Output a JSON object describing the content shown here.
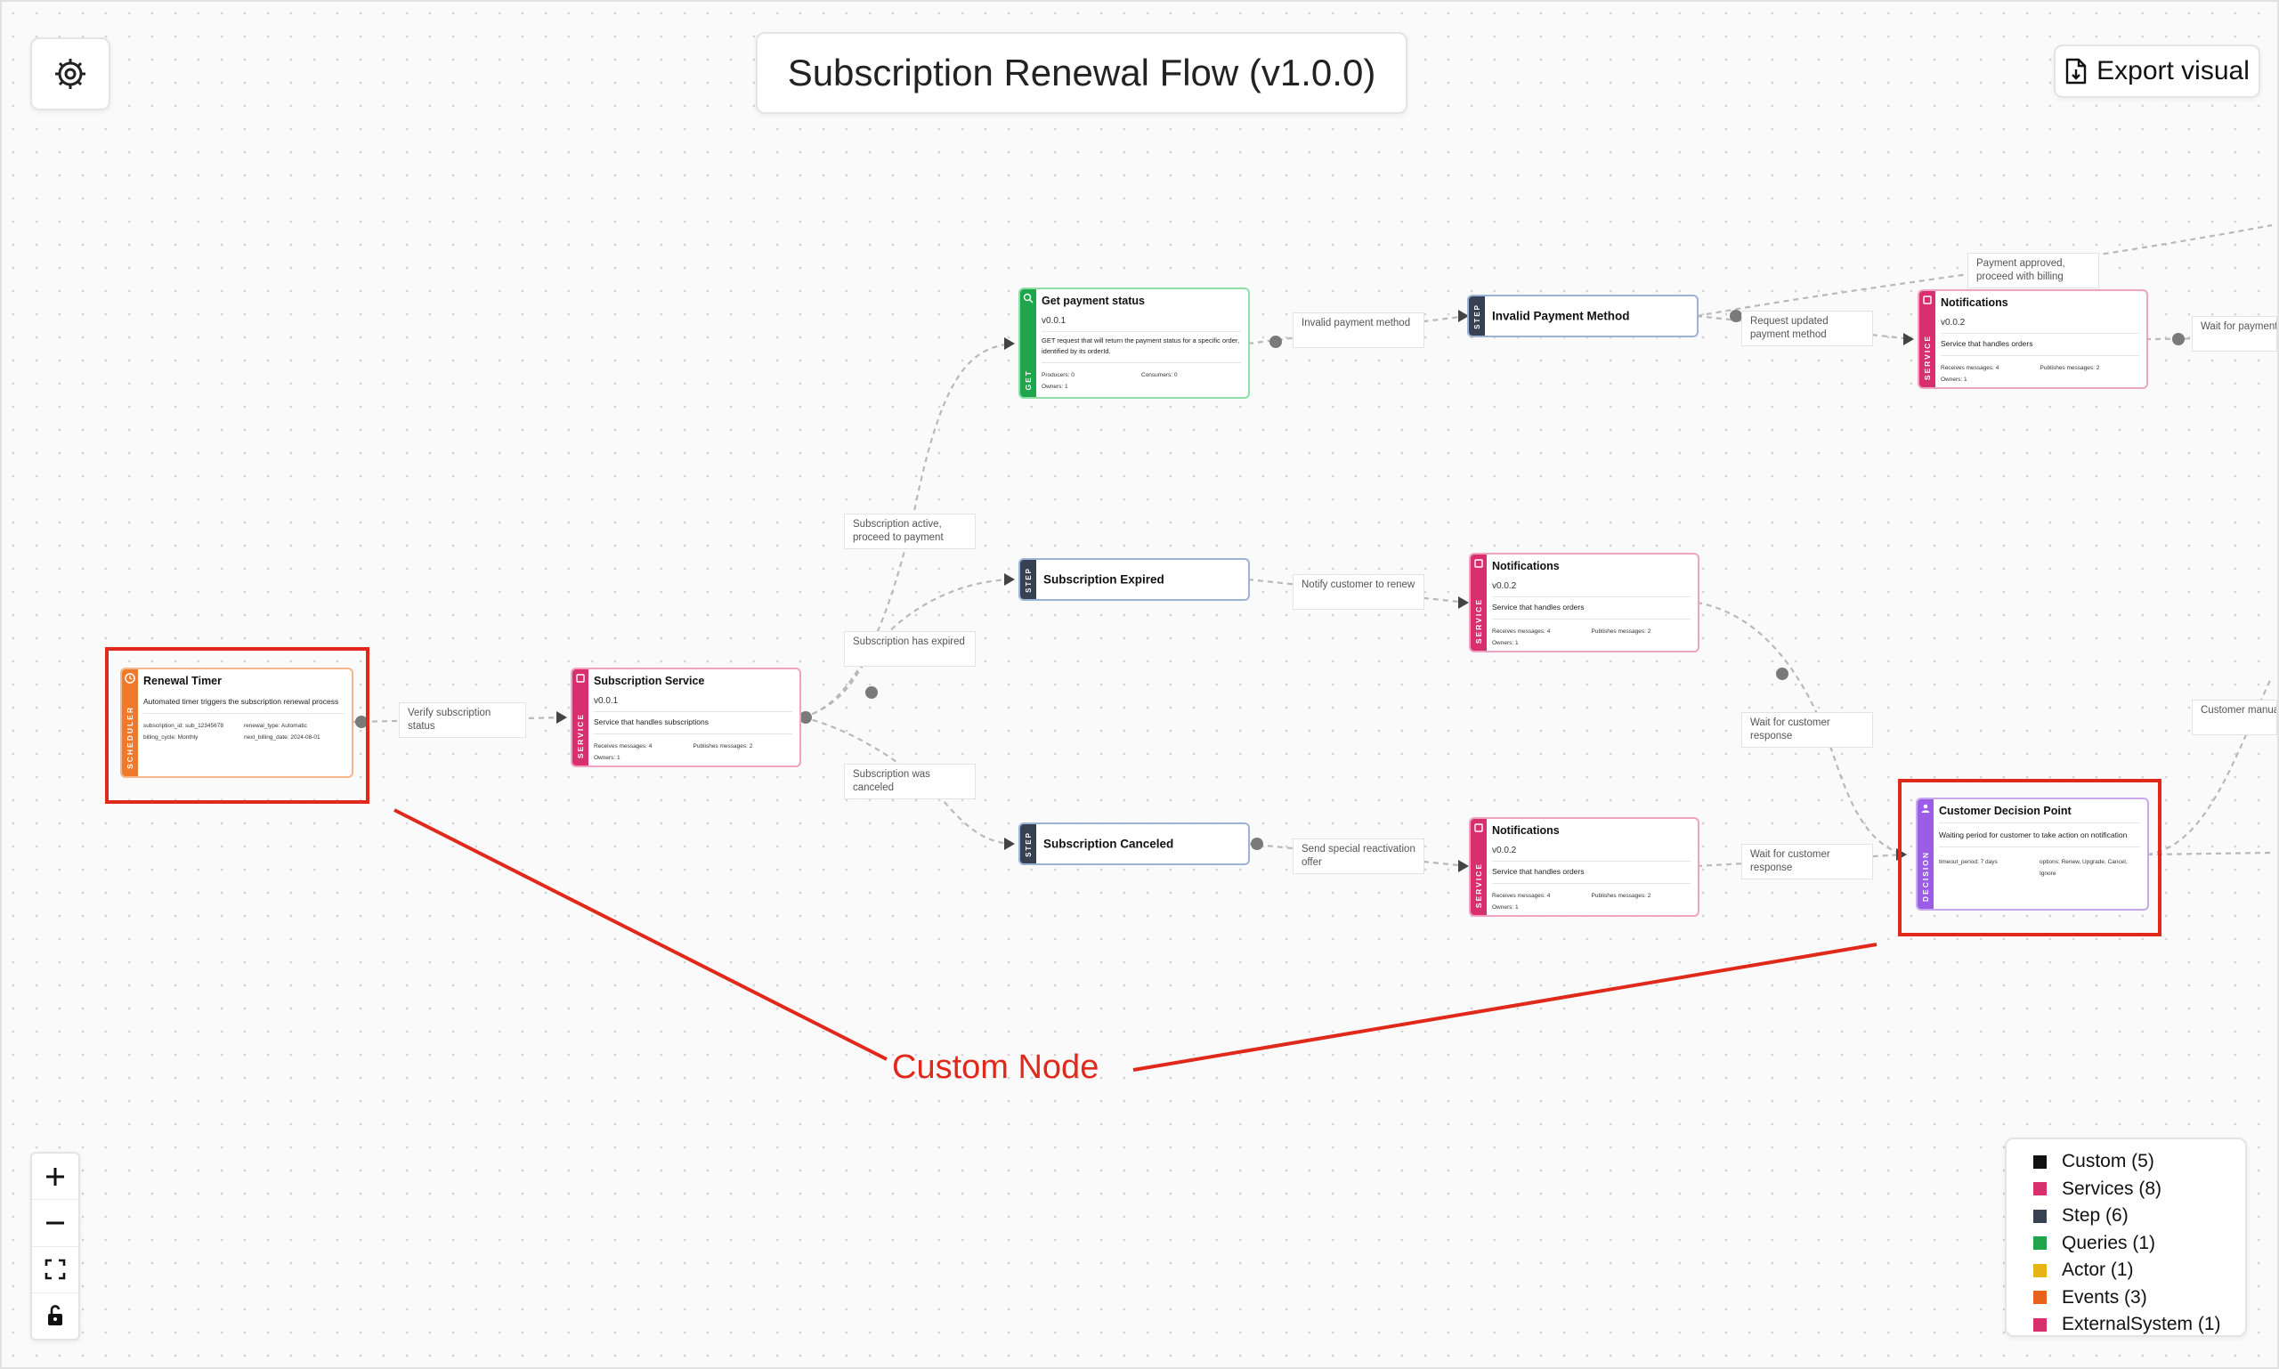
{
  "title": "Subscription Renewal Flow (v1.0.0)",
  "export_label": "Export visual",
  "annotation": "Custom Node",
  "colors": {
    "scheduler": "#f07a2c",
    "service": "#d8306f",
    "step": "#384152",
    "get": "#1fa64c",
    "decision": "#9b5de5",
    "annotation": "#e0291a"
  },
  "nodes": {
    "renewal_timer": {
      "badge": "SCHEDULER",
      "title": "Renewal Timer",
      "desc": "Automated timer triggers the subscription renewal process",
      "props": [
        "subscription_id: sub_12345678",
        "renewal_type: Automatic",
        "billing_cycle: Monthly",
        "next_billing_date: 2024-08-01"
      ]
    },
    "subscription_service": {
      "badge": "SERVICE",
      "title": "Subscription Service",
      "version": "v0.0.1",
      "desc": "Service that handles subscriptions",
      "props": [
        "Receives messages: 4",
        "Publishes messages: 2",
        "Owners: 1"
      ]
    },
    "get_payment_status": {
      "badge": "GET",
      "title": "Get payment status",
      "version": "v0.0.1",
      "desc": "GET request that will return the payment status for a specific order, identified by its orderId.",
      "props": [
        "Producers: 0",
        "Consumers: 0",
        "Owners: 1"
      ]
    },
    "invalid_payment_method": {
      "badge": "STEP",
      "title": "Invalid Payment Method"
    },
    "notifications_top": {
      "badge": "SERVICE",
      "title": "Notifications",
      "version": "v0.0.2",
      "desc": "Service that handles orders",
      "props": [
        "Receives messages: 4",
        "Publishes messages: 2",
        "Owners: 1"
      ]
    },
    "subscription_expired": {
      "badge": "STEP",
      "title": "Subscription Expired"
    },
    "notifications_mid": {
      "badge": "SERVICE",
      "title": "Notifications",
      "version": "v0.0.2",
      "desc": "Service that handles orders",
      "props": [
        "Receives messages: 4",
        "Publishes messages: 2",
        "Owners: 1"
      ]
    },
    "subscription_canceled": {
      "badge": "STEP",
      "title": "Subscription Canceled"
    },
    "notifications_bot": {
      "badge": "SERVICE",
      "title": "Notifications",
      "version": "v0.0.2",
      "desc": "Service that handles orders",
      "props": [
        "Receives messages: 4",
        "Publishes messages: 2",
        "Owners: 1"
      ]
    },
    "customer_decision": {
      "badge": "DECISION",
      "title": "Customer Decision Point",
      "desc": "Waiting period for customer to take action on notification",
      "props": [
        "timeout_period: 7 days",
        "options: Renew, Upgrade, Cancel, Ignore"
      ]
    }
  },
  "edge_labels": {
    "verify": "Verify subscription status",
    "active": "Subscription active, proceed to payment",
    "expired": "Subscription has expired",
    "canceled": "Subscription was canceled",
    "invalid": "Invalid payment method",
    "request": "Request updated payment method",
    "approved": "Payment approved, proceed with billing",
    "wait_payment": "Wait for payment update",
    "notify": "Notify customer to renew",
    "offer": "Send special reactivation offer",
    "wait1": "Wait for customer response",
    "wait2": "Wait for customer response",
    "manual": "Customer manually renews"
  },
  "legend": [
    {
      "label": "Custom (5)",
      "color": "#111111"
    },
    {
      "label": "Services (8)",
      "color": "#d8306f"
    },
    {
      "label": "Step (6)",
      "color": "#384152"
    },
    {
      "label": "Queries (1)",
      "color": "#1fa64c"
    },
    {
      "label": "Actor (1)",
      "color": "#e7b416"
    },
    {
      "label": "Events (3)",
      "color": "#e8621b"
    },
    {
      "label": "ExternalSystem (1)",
      "color": "#d8306f"
    }
  ]
}
